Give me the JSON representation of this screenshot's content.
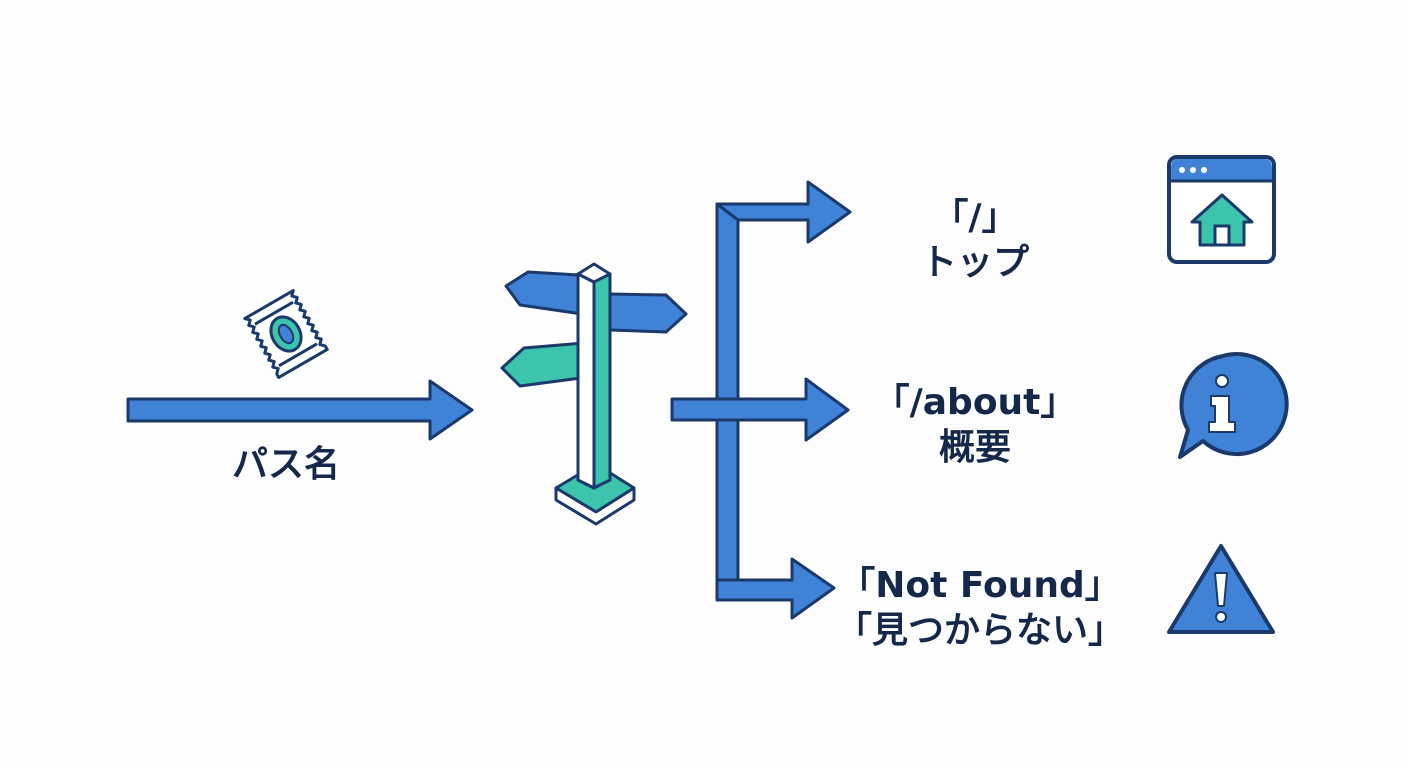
{
  "input": {
    "label": "パス名"
  },
  "routes": [
    {
      "path": "「/」",
      "description": "トップ",
      "icon": "home-page-icon"
    },
    {
      "path": "「/about」",
      "description": "概要",
      "icon": "info-icon"
    },
    {
      "path": "「Not Found」",
      "description": "「見つからない」",
      "icon": "warning-icon"
    }
  ],
  "colors": {
    "arrow_fill": "#3f82d6",
    "outline": "#1b3a6b",
    "teal": "#3cc4ad",
    "text": "#16284a"
  }
}
